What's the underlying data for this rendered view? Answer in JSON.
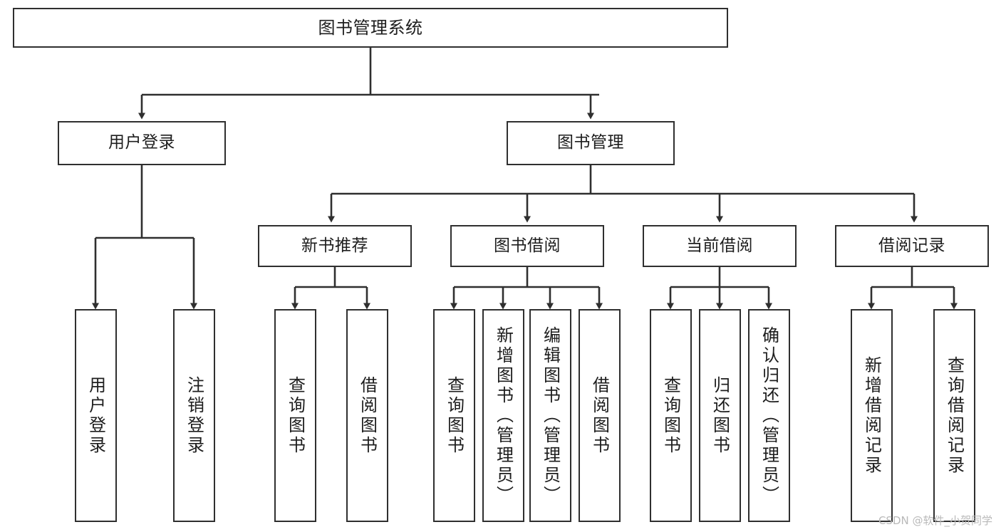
{
  "diagram": {
    "type": "tree-hierarchy",
    "title": "图书管理系统",
    "watermark": "CSDN @软件_小贺同学",
    "colors": {
      "box_border": "#2f2f2f",
      "box_fill": "#ffffff",
      "edge": "#2f2f2f",
      "text": "#1d1d1d",
      "watermark": "#b9b9b9",
      "background": "#ffffff"
    },
    "levels": {
      "root": "图书管理系统",
      "level2": [
        "用户登录",
        "图书管理"
      ],
      "level3": [
        "新书推荐",
        "图书借阅",
        "当前借阅",
        "借阅记录"
      ]
    },
    "nodes": {
      "root": {
        "label": "图书管理系统"
      },
      "user_login": {
        "label": "用户登录"
      },
      "book_manage": {
        "label": "图书管理"
      },
      "new_book_rec": {
        "label": "新书推荐"
      },
      "book_borrow": {
        "label": "图书借阅"
      },
      "current_borrow": {
        "label": "当前借阅"
      },
      "borrow_record": {
        "label": "借阅记录"
      },
      "leaf_user_login": {
        "label": "用户登录"
      },
      "leaf_user_logout": {
        "label": "注销登录"
      },
      "leaf_rec_query": {
        "label": "查询图书"
      },
      "leaf_rec_borrow": {
        "label": "借阅图书"
      },
      "leaf_borrow_query": {
        "label": "查询图书"
      },
      "leaf_borrow_add": {
        "label": "新增图书（管理员）"
      },
      "leaf_borrow_edit": {
        "label": "编辑图书（管理员）"
      },
      "leaf_borrow_do": {
        "label": "借阅图书"
      },
      "leaf_cur_query": {
        "label": "查询图书"
      },
      "leaf_cur_return": {
        "label": "归还图书"
      },
      "leaf_cur_confirm": {
        "label": "确认归还（管理员）"
      },
      "leaf_rec_add": {
        "label": "新增借阅记录"
      },
      "leaf_rec_query2": {
        "label": "查询借阅记录"
      }
    },
    "edges": [
      {
        "from": "root",
        "to": "user_login"
      },
      {
        "from": "root",
        "to": "book_manage"
      },
      {
        "from": "user_login",
        "to": "leaf_user_login"
      },
      {
        "from": "user_login",
        "to": "leaf_user_logout"
      },
      {
        "from": "book_manage",
        "to": "new_book_rec"
      },
      {
        "from": "book_manage",
        "to": "book_borrow"
      },
      {
        "from": "book_manage",
        "to": "current_borrow"
      },
      {
        "from": "book_manage",
        "to": "borrow_record"
      },
      {
        "from": "new_book_rec",
        "to": "leaf_rec_query"
      },
      {
        "from": "new_book_rec",
        "to": "leaf_rec_borrow"
      },
      {
        "from": "book_borrow",
        "to": "leaf_borrow_query"
      },
      {
        "from": "book_borrow",
        "to": "leaf_borrow_add"
      },
      {
        "from": "book_borrow",
        "to": "leaf_borrow_edit"
      },
      {
        "from": "book_borrow",
        "to": "leaf_borrow_do"
      },
      {
        "from": "current_borrow",
        "to": "leaf_cur_query"
      },
      {
        "from": "current_borrow",
        "to": "leaf_cur_return"
      },
      {
        "from": "current_borrow",
        "to": "leaf_cur_confirm"
      },
      {
        "from": "borrow_record",
        "to": "leaf_rec_add"
      },
      {
        "from": "borrow_record",
        "to": "leaf_rec_query2"
      }
    ]
  }
}
